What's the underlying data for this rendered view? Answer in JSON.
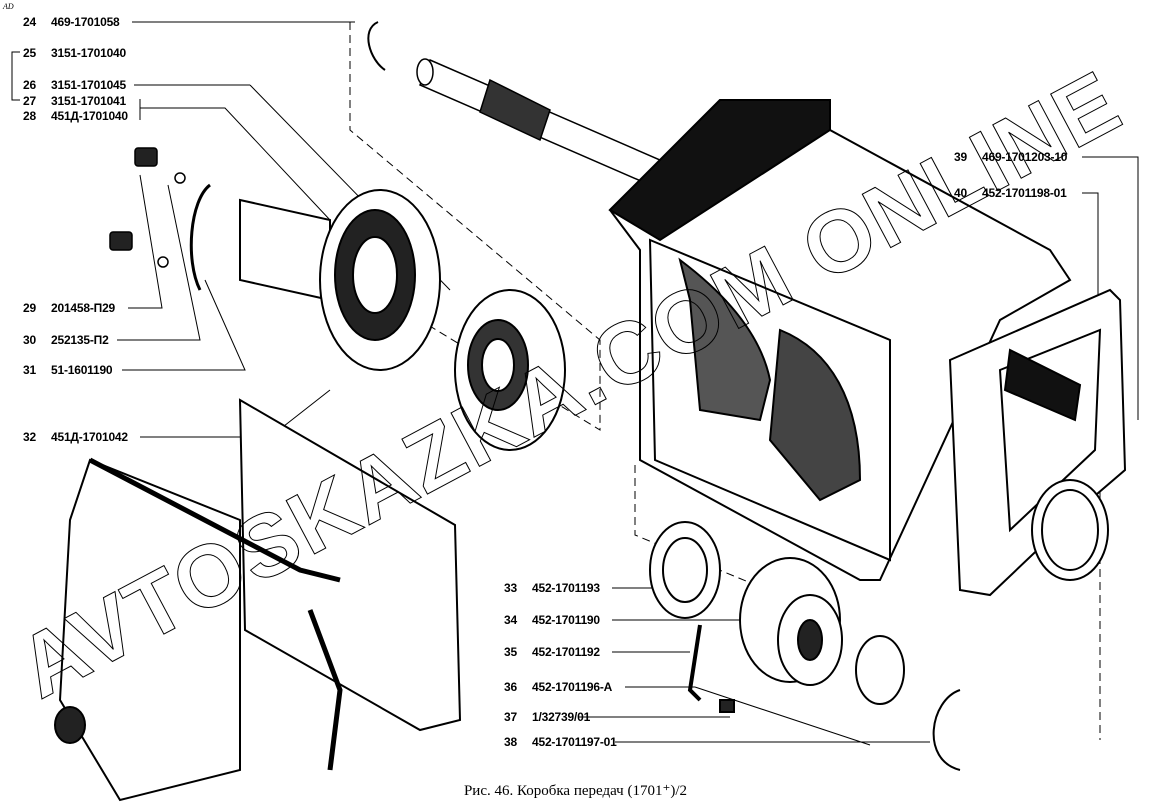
{
  "corner_mark": "AD",
  "watermark": "AVTOSKAZKA.COM ONLINE",
  "caption": "Рис. 46. Коробка передач (1701⁺)/2",
  "left_labels": [
    {
      "num": "24",
      "part": "469-1701058"
    },
    {
      "num": "25",
      "part": "3151-1701040"
    },
    {
      "num": "26",
      "part": "3151-1701045"
    },
    {
      "num": "27",
      "part": "3151-1701041"
    },
    {
      "num": "28",
      "part": "451Д-1701040"
    },
    {
      "num": "29",
      "part": "201458-П29"
    },
    {
      "num": "30",
      "part": "252135-П2"
    },
    {
      "num": "31",
      "part": "51-1601190"
    },
    {
      "num": "32",
      "part": "451Д-1701042"
    }
  ],
  "bottom_labels": [
    {
      "num": "33",
      "part": "452-1701193"
    },
    {
      "num": "34",
      "part": "452-1701190"
    },
    {
      "num": "35",
      "part": "452-1701192"
    },
    {
      "num": "36",
      "part": "452-1701196-А"
    },
    {
      "num": "37",
      "part": "1/32739/01"
    },
    {
      "num": "38",
      "part": "452-1701197-01"
    }
  ],
  "right_labels": [
    {
      "num": "39",
      "part": "469-1701203-10"
    },
    {
      "num": "40",
      "part": "452-1701198-01"
    }
  ]
}
